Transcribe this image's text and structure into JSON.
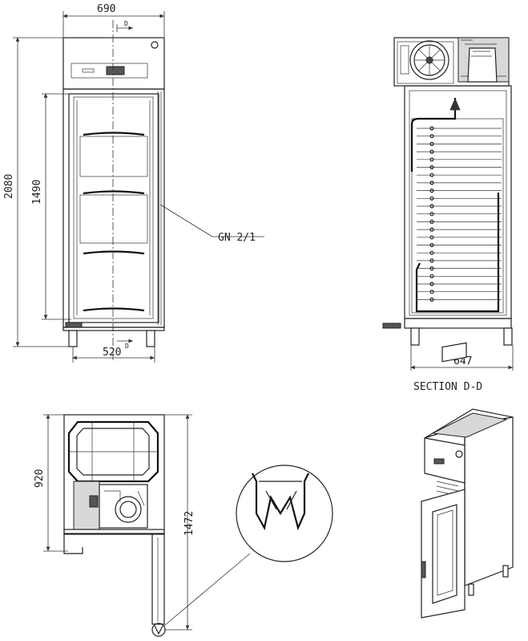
{
  "dimensions": {
    "overall_width": "690",
    "overall_height": "2080",
    "interior_height": "1490",
    "interior_width": "520",
    "section_depth": "647",
    "top_view_depth": "920",
    "door_open_depth": "1472"
  },
  "section_marks": {
    "top_marker": "D",
    "bottom_marker": "D"
  },
  "labels": {
    "shelf_callout": "GN 2/1",
    "section_title": "SECTION D-D"
  }
}
